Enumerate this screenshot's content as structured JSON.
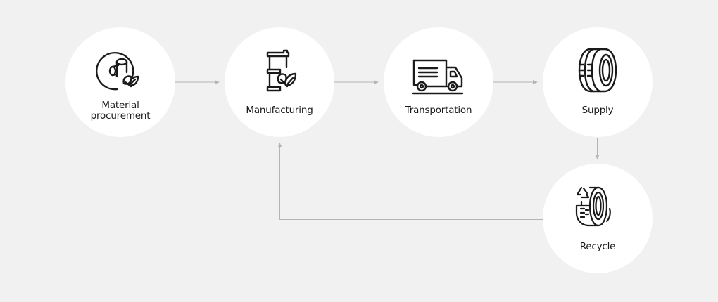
{
  "diagram": {
    "type": "circular-flow",
    "nodes": [
      {
        "id": "material",
        "label_line1": "Material",
        "label_line2": "procurement",
        "icon": "material-roll-leaf-icon"
      },
      {
        "id": "manufacturing",
        "label": "Manufacturing",
        "icon": "barrel-leaf-icon"
      },
      {
        "id": "transportation",
        "label": "Transportation",
        "icon": "truck-icon"
      },
      {
        "id": "supply",
        "label": "Supply",
        "icon": "tire-icon"
      },
      {
        "id": "recycle",
        "label": "Recycle",
        "icon": "recycle-tire-icon"
      }
    ],
    "edges": [
      {
        "from": "material",
        "to": "manufacturing"
      },
      {
        "from": "manufacturing",
        "to": "transportation"
      },
      {
        "from": "transportation",
        "to": "supply"
      },
      {
        "from": "supply",
        "to": "recycle"
      },
      {
        "from": "recycle",
        "to": "manufacturing"
      }
    ],
    "colors": {
      "background": "#f1f1f1",
      "node": "#ffffff",
      "line": "#b4b4b4",
      "icon": "#1a1a1a",
      "text": "#1a1a1a"
    }
  }
}
